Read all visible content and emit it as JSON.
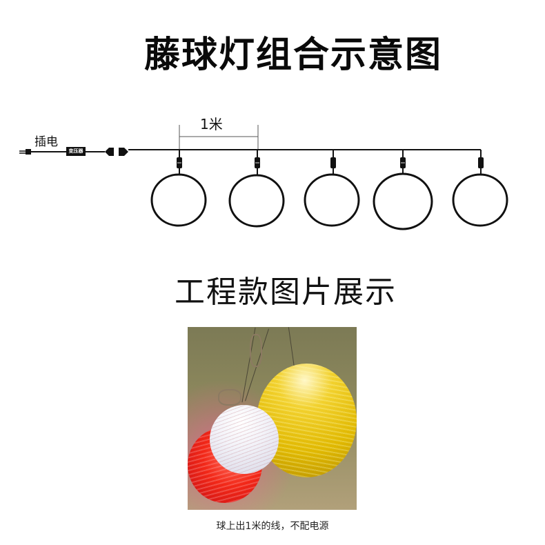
{
  "header": {
    "title": "藤球灯组合示意图"
  },
  "diagram": {
    "plug_label": "插电",
    "transformer_label": "变压器",
    "spacing_label": "1米",
    "ball_count": 5,
    "line_color": "#111111"
  },
  "showcase": {
    "title": "工程款图片展示",
    "photo_description": "Rattan ball lights: yellow, white, red",
    "ball_colors": [
      "#e6c11a",
      "#f2f2f6",
      "#e8231a"
    ],
    "caption": "球上出1米的线，不配电源"
  }
}
